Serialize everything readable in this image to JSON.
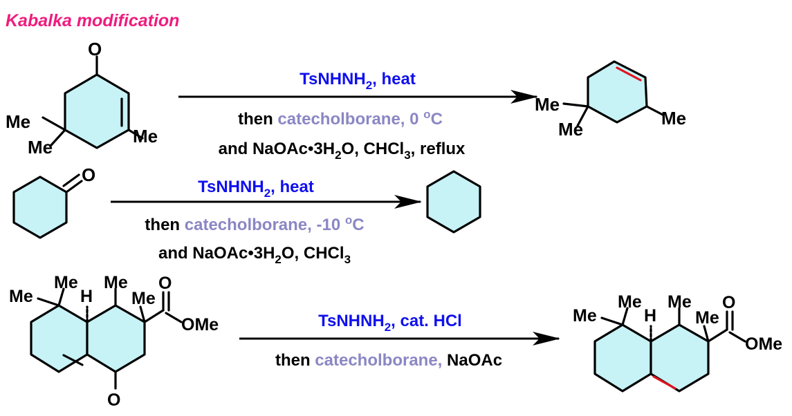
{
  "title": "Kabalka modification",
  "colors": {
    "title": "#ee1c7d",
    "reagent": "#1010ee",
    "borane": "#8a87c4",
    "ring_fill": "#c7f2f6",
    "new_double_bond": "#e0141e"
  },
  "atoms": {
    "O": "O",
    "Me": "Me",
    "H": "H",
    "OMe": "OMe"
  },
  "reactions": [
    {
      "reagent": "TsNHNH",
      "reagent_sub": "2",
      "reagent_tail": ", heat",
      "line2_pre": "then ",
      "line2_borane": "catecholborane, 0 ",
      "line2_sup": "o",
      "line2_post": "C",
      "line3_pre": "and NaOAc•3H",
      "line3_sub1": "2",
      "line3_mid": "O, CHCl",
      "line3_sub2": "3",
      "line3_post": ", reflux"
    },
    {
      "reagent": "TsNHNH",
      "reagent_sub": "2",
      "reagent_tail": ", heat",
      "line2_pre": "then ",
      "line2_borane": "catecholborane, -10 ",
      "line2_sup": "o",
      "line2_post": "C",
      "line3_pre": "and NaOAc•3H",
      "line3_sub1": "2",
      "line3_mid": "O, CHCl",
      "line3_sub2": "3"
    },
    {
      "reagent": "TsNHNH",
      "reagent_sub": "2",
      "reagent_tail": ", cat. HCl",
      "line2_pre": "then ",
      "line2_borane": "catecholborane, ",
      "line2_post": "NaOAc"
    }
  ]
}
